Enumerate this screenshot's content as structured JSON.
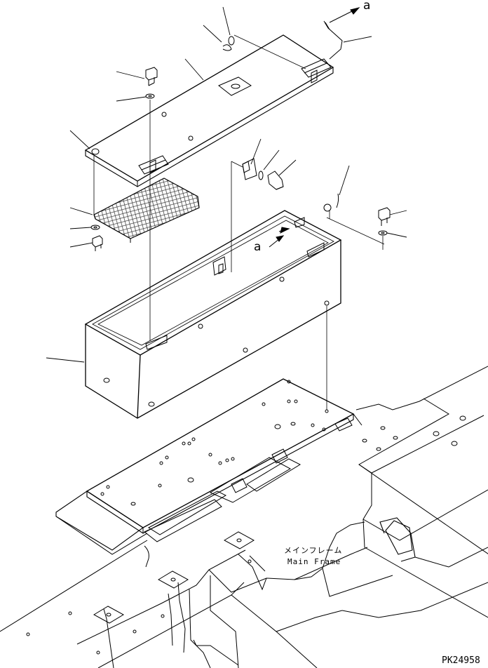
{
  "labels": {
    "arrow_a_top": "a",
    "arrow_a_mid": "a",
    "frame_jp": "メインフレーム",
    "frame_en": "Main Frame",
    "drawing_code": "PK24958"
  },
  "colors": {
    "ink": "#000000",
    "paper": "#ffffff",
    "mesh": "#333333"
  }
}
